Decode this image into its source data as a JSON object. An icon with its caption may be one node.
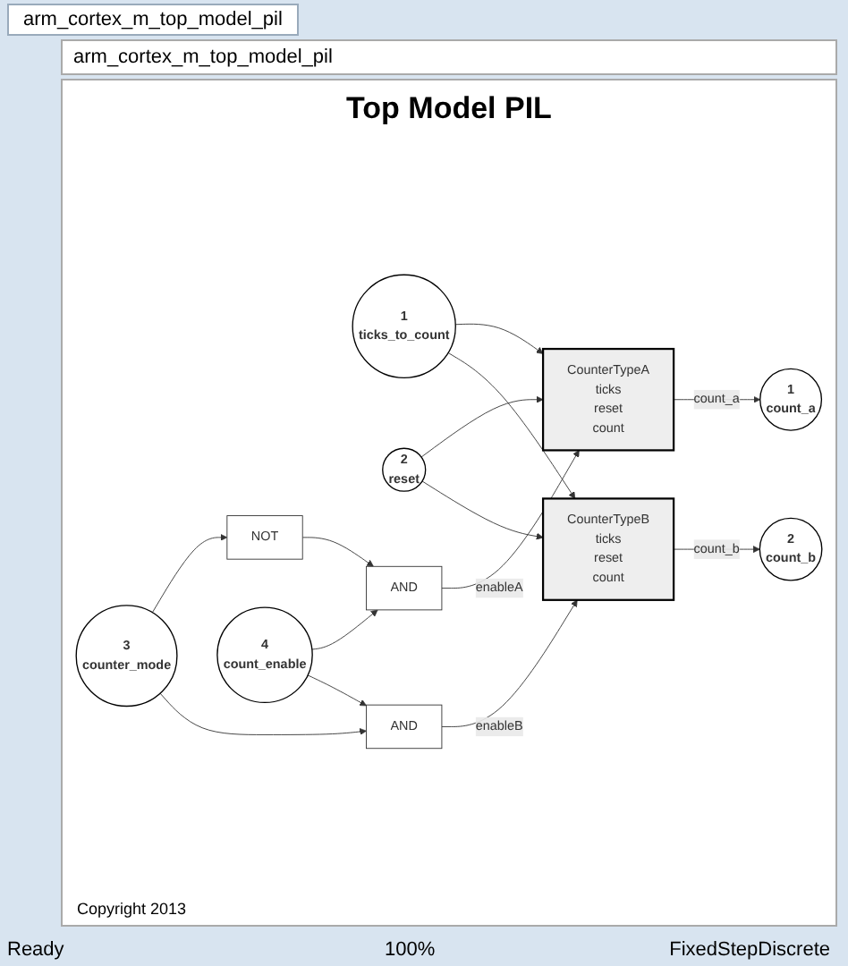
{
  "diagram": {
    "title": "Top Model PIL",
    "nodes": [
      {
        "text": [
          "1",
          "ticks_to_count"
        ]
      },
      {
        "text": [
          "2",
          "reset"
        ]
      },
      {
        "text": [
          "CounterTypeA",
          "ticks",
          "reset",
          "count"
        ]
      },
      {
        "text": [
          "1",
          "count_a"
        ]
      },
      {
        "text": [
          "AND"
        ]
      },
      {
        "text": [
          "NOT"
        ]
      },
      {
        "text": [
          "3",
          "counter_mode"
        ]
      },
      {
        "text": [
          "4",
          "count_enable"
        ]
      },
      {
        "text": [
          "AND"
        ]
      },
      {
        "text": [
          "CounterTypeB",
          "ticks",
          "reset",
          "count"
        ]
      },
      {
        "text": [
          "2",
          "count_b"
        ]
      }
    ],
    "edges": [
      {
        "from": 0,
        "to": 2,
        "arrow": "to"
      },
      {
        "from": 0,
        "to": 9,
        "arrow": "to"
      },
      {
        "from": 1,
        "to": 2,
        "arrow": "to"
      },
      {
        "from": 1,
        "to": 9,
        "arrow": "to"
      },
      {
        "from": 6,
        "to": 5,
        "arrow": "to"
      },
      {
        "from": 6,
        "to": 8,
        "arrow": "to"
      },
      {
        "from": 5,
        "to": 4,
        "arrow": "to"
      },
      {
        "from": 7,
        "to": 4,
        "arrow": "to"
      },
      {
        "from": 7,
        "to": 8,
        "arrow": "to"
      },
      {
        "from": 4,
        "to": 2,
        "label": "enableA",
        "arrow": "to"
      },
      {
        "from": 8,
        "to": 9,
        "label": "enableB",
        "arrow": "to"
      },
      {
        "from": 2,
        "to": 3,
        "label": "count_a",
        "arrow": "to"
      },
      {
        "from": 9,
        "to": 10,
        "label": "count_b",
        "arrow": "to"
      }
    ],
    "labels": [
      "arm_cortex_m_top_model_pil",
      "arm_cortex_m_top_model_pil",
      "Copyright 2013",
      "Ready",
      "100%",
      "FixedStepDiscrete"
    ]
  }
}
